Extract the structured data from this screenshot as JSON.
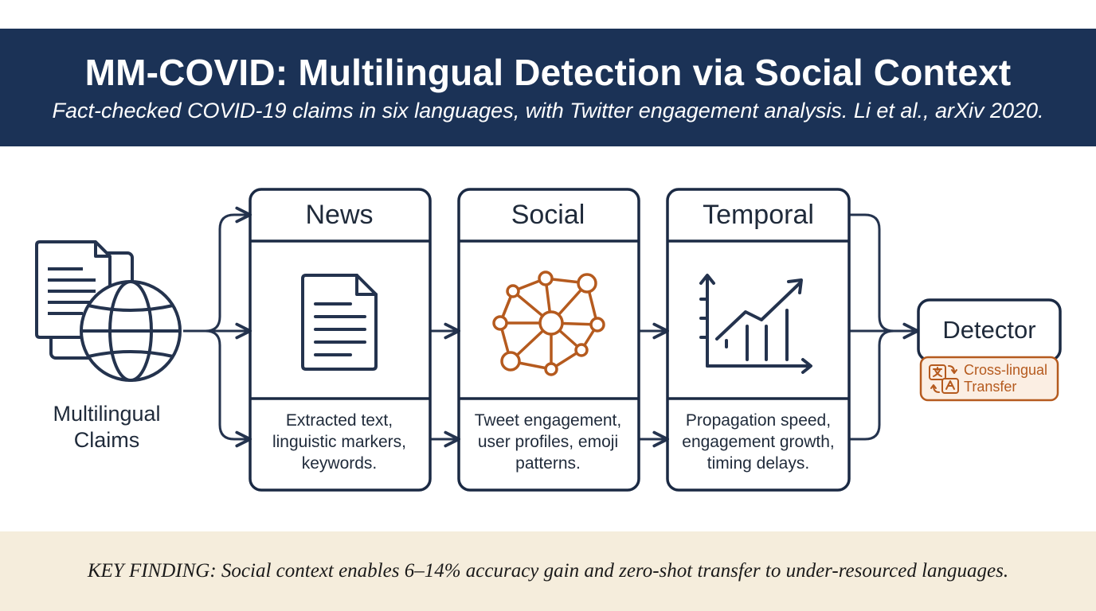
{
  "header": {
    "title": "MM-COVID: Multilingual Detection via Social Context",
    "subtitle": "Fact-checked COVID-19 claims in six languages, with Twitter engagement analysis. Li et al., arXiv 2020."
  },
  "input": {
    "label": "Multilingual Claims",
    "icon": "documents-globe-icon"
  },
  "stages": [
    {
      "title": "News",
      "icon": "document-icon",
      "description": "Extracted text, linguistic markers, keywords."
    },
    {
      "title": "Social",
      "icon": "network-graph-icon",
      "description": "Tweet engagement, user profiles, emoji patterns."
    },
    {
      "title": "Temporal",
      "icon": "trend-chart-icon",
      "description": "Propagation speed, engagement growth, timing delays."
    }
  ],
  "output": {
    "label": "Detector",
    "badge": {
      "label": "Cross-lingual Transfer",
      "icon": "translate-icon"
    }
  },
  "footer": {
    "finding": "KEY FINDING: Social context enables 6–14% accuracy gain and zero-shot transfer to under-resourced languages."
  },
  "colors": {
    "navy": "#1b3256",
    "line": "#24334e",
    "accent": "#b55a1e",
    "badge_fill": "#fbeee3",
    "footer_bg": "#f5eddc"
  }
}
